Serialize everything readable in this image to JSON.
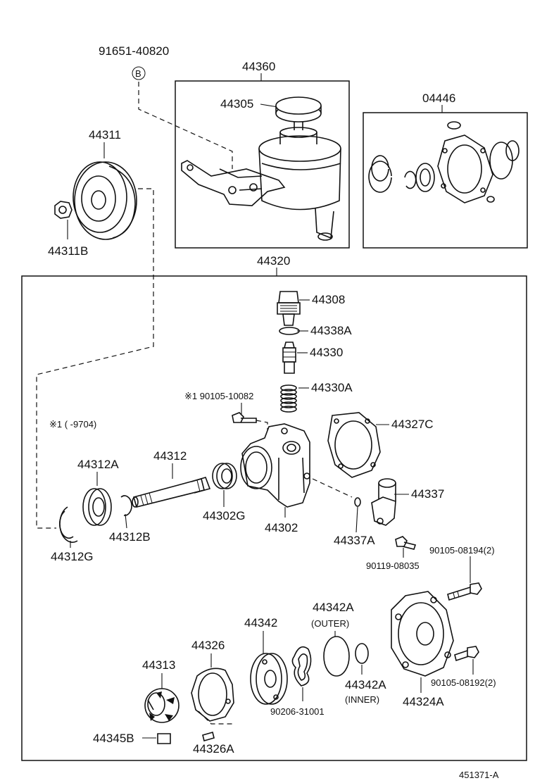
{
  "labels": {
    "p91651": "91651-40820",
    "p_circle_b": "B",
    "p44360": "44360",
    "p44305": "44305",
    "p04446": "04446",
    "p44311": "44311",
    "p44311B": "44311B",
    "p44320": "44320",
    "p44308": "44308",
    "p44338A": "44338A",
    "p44330": "44330",
    "p44330A": "44330A",
    "p90105_10082": "※1 90105-10082",
    "note_9704": "※1 (     -9704)",
    "p44327C": "44327C",
    "p44312A": "44312A",
    "p44312": "44312",
    "p44337": "44337",
    "p44302G": "44302G",
    "p44302": "44302",
    "p44312B": "44312B",
    "p44312G": "44312G",
    "p44337A": "44337A",
    "p90105_08194": "90105-08194(2)",
    "p90119_08035": "90119-08035",
    "p44342A_outer": "44342A",
    "outer": "(OUTER)",
    "p44342": "44342",
    "p44326": "44326",
    "p44313": "44313",
    "p44342A_inner": "44342A",
    "inner": "(INNER)",
    "p90105_08192": "90105-08192(2)",
    "p90206_31001": "90206-31001",
    "p44324A": "44324A",
    "p44345B": "44345B",
    "p44326A": "44326A",
    "figure_id": "451371-A"
  }
}
